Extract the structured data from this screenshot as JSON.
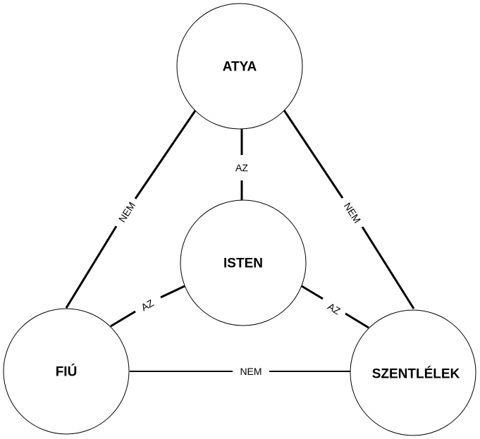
{
  "nodes": {
    "atya": "ATYA",
    "isten": "ISTEN",
    "fiu": "FIÚ",
    "szentlelek": "SZENTLÉLEK"
  },
  "edges": {
    "atya_isten": "AZ",
    "fiu_isten": "AZ",
    "szentlelek_isten": "AZ",
    "atya_fiu": "NEM",
    "atya_szentlelek": "NEM",
    "fiu_szentlelek": "NEM"
  }
}
